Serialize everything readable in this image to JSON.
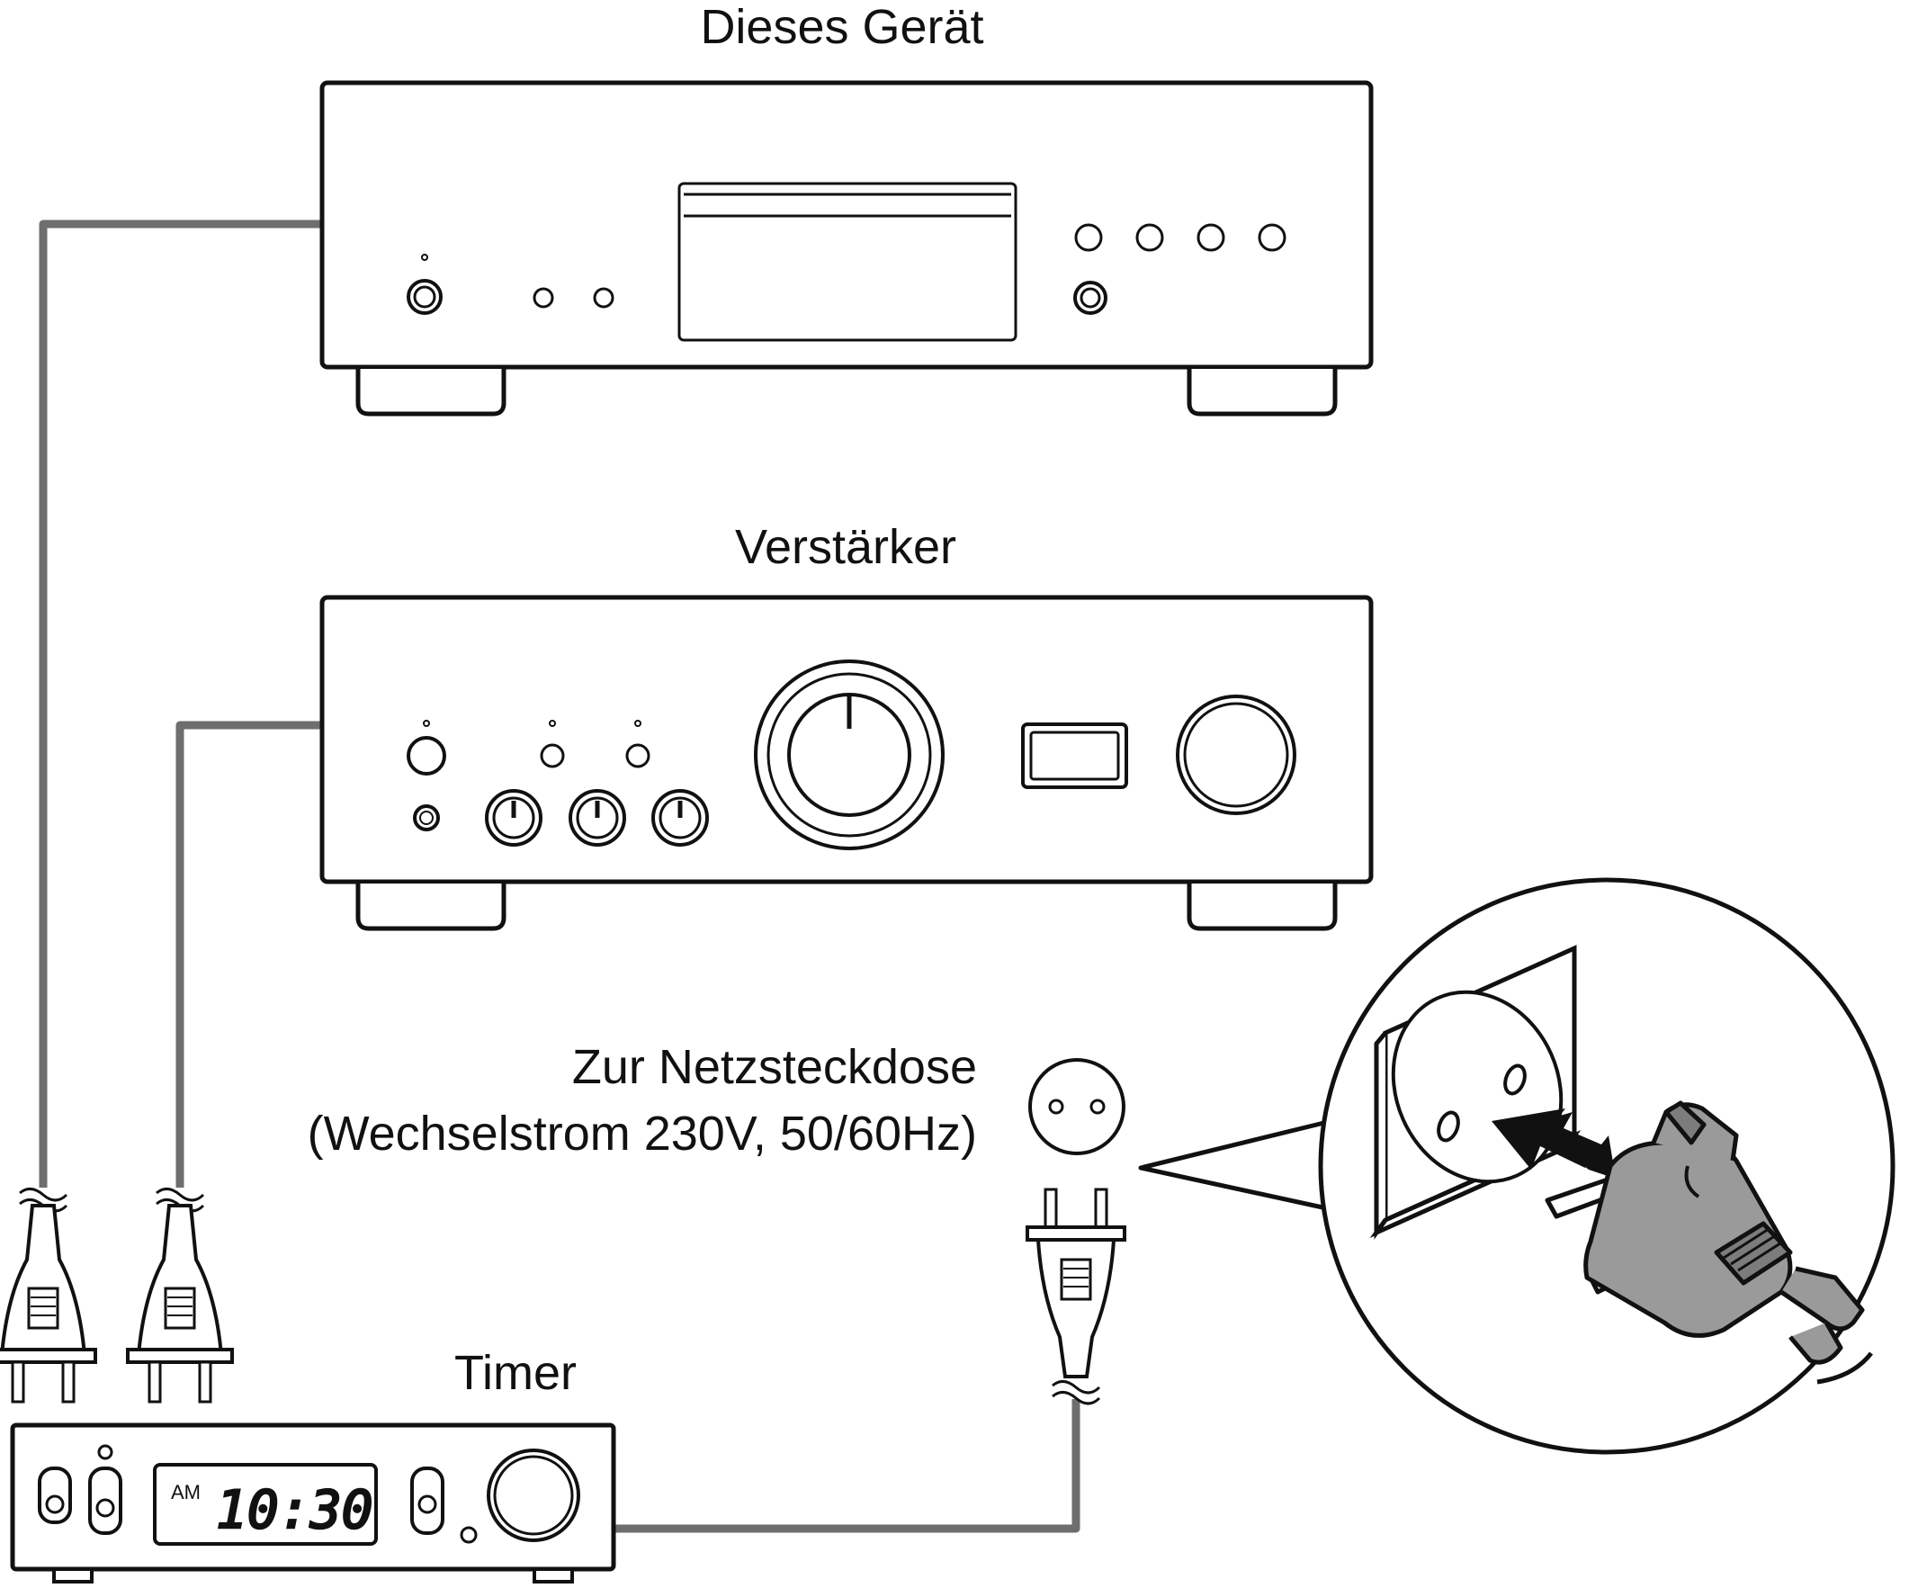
{
  "labels": {
    "this_unit": "Dieses Gerät",
    "amplifier": "Verstärker",
    "outlet_line1": "Zur Netzsteckdose",
    "outlet_line2": "(Wechselstrom 230V, 50/60Hz)",
    "timer": "Timer"
  },
  "timer_display": {
    "ampm": "AM",
    "time": "10:30"
  },
  "colors": {
    "line": "#111111",
    "cable": "#6e6e6e",
    "plug_fill": "#9a9a9a",
    "background": "#ffffff"
  }
}
